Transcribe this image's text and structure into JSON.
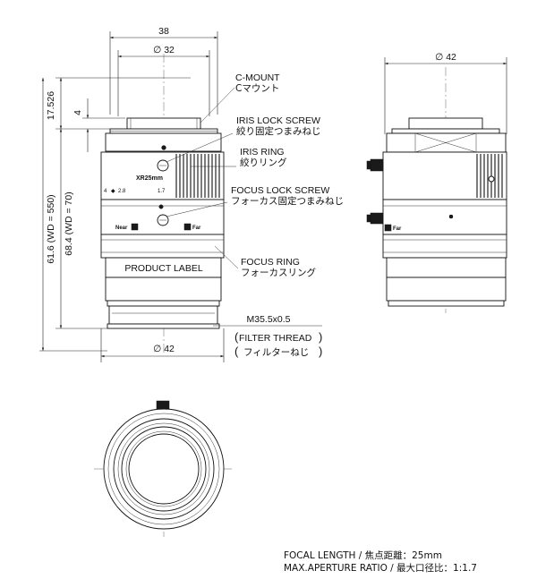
{
  "dimensions": {
    "width_38": "38",
    "dia_32": "∅ 32",
    "dia_42_side": "∅ 42",
    "dia_42_bottom": "∅ 42",
    "dim_17526": "17.526",
    "dim_4": "4",
    "dim_616": "61.6 (WD = 550)",
    "dim_684": "68.4 (WD = 70)",
    "thread": "M35.5x0.5"
  },
  "callouts": {
    "c_mount_en": "C-MOUNT",
    "c_mount_jp": "Cマウント",
    "iris_lock_en": "IRIS LOCK SCREW",
    "iris_lock_jp": "絞り固定つまみねじ",
    "iris_ring_en": "IRIS RING",
    "iris_ring_jp": "絞りリング",
    "focus_lock_en": "FOCUS LOCK SCREW",
    "focus_lock_jp": "フォーカス固定つまみねじ",
    "focus_ring_en": "FOCUS RING",
    "focus_ring_jp": "フォーカスリング",
    "filter_thread_en": "FILTER THREAD",
    "filter_thread_jp": "フィルターねじ"
  },
  "lens_markings": {
    "model": "XR25mm",
    "f4": "4",
    "f28": "2.8",
    "f17": "1.7",
    "near": "Near",
    "far": "Far",
    "far_side": "Far",
    "product_label": "PRODUCT LABEL"
  },
  "specs": {
    "line1": "FOCAL LENGTH / 焦点距離：25mm",
    "line2": "MAX.APERTURE RATIO / 最大口径比：1:1.7"
  }
}
